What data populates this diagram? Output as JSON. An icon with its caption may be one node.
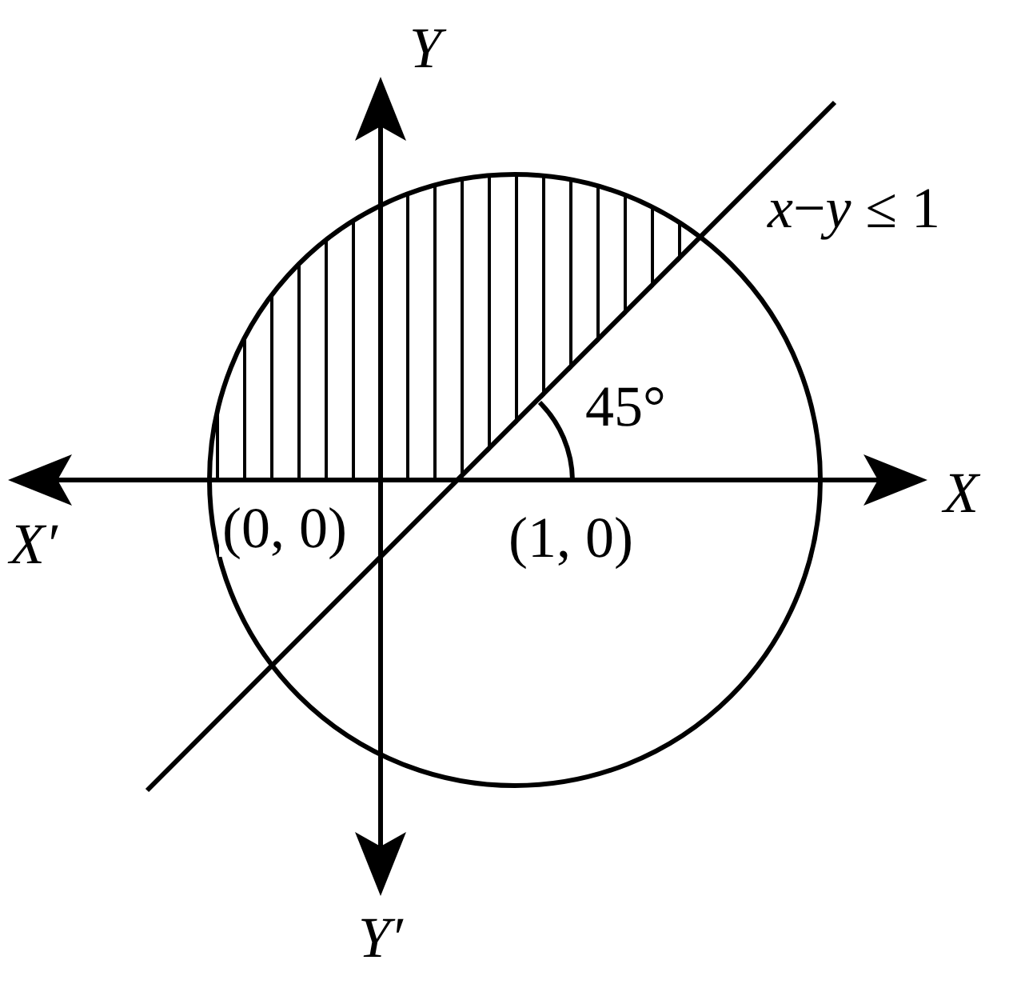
{
  "diagram": {
    "labels": [
      "Y",
      "*x*−*y* ≤ 1",
      "45°",
      "X",
      "X′",
      "(0, 0)",
      "(1, 0)",
      "Y′"
    ]
  }
}
